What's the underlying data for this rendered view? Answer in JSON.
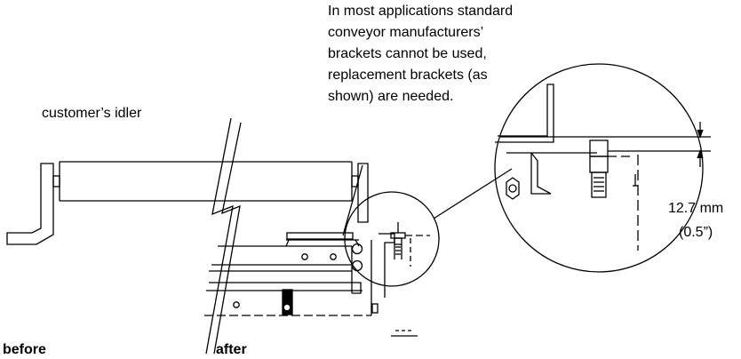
{
  "annotation": {
    "lines": [
      "In most applications standard",
      "conveyor manufacturers’",
      "brackets cannot be used,",
      "replacement brackets (as",
      "shown) are needed."
    ]
  },
  "idler_label": "customer’s idler",
  "dimension": {
    "metric": "12.7 mm",
    "imperial": "(0.5”)"
  },
  "captions": {
    "before": "before",
    "after": "after"
  },
  "colors": {
    "line": "#000000",
    "background": "#ffffff"
  }
}
